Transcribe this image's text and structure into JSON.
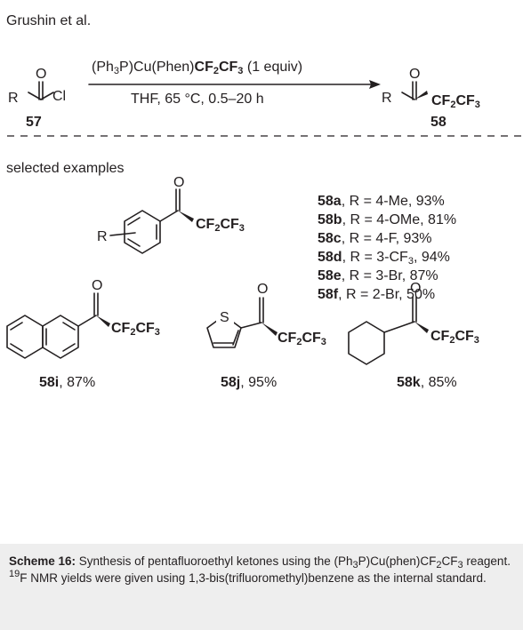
{
  "header": {
    "author": "Grushin et al."
  },
  "reaction": {
    "reactant_label": "57",
    "product_label": "58",
    "reagent_prefix": "(Ph",
    "reagent_sub3": "3",
    "reagent_mid": "P)Cu(Phen)",
    "reagent_bold_a": "CF",
    "reagent_sub2": "2",
    "reagent_bold_b": "CF",
    "reagent_sub3b": "3",
    "reagent_suffix": " (1 equiv)",
    "conditions": "THF, 65 °C, 0.5–20 h",
    "atom_O": "O",
    "atom_R": "R",
    "atom_Cl": "Cl",
    "product_group_a": "CF",
    "product_group_sub2": "2",
    "product_group_b": "CF",
    "product_group_sub3": "3"
  },
  "section": {
    "title": "selected examples"
  },
  "examples": [
    {
      "id": "58a",
      "rest_a": ", R = 4-Me, 93%"
    },
    {
      "id": "58b",
      "rest_a": ", R = 4-OMe, 81%"
    },
    {
      "id": "58c",
      "rest_a": ", R = 4-F, 93%"
    },
    {
      "id": "58d",
      "rest_a": ", R = 3-CF",
      "sub": "3",
      "rest_b": ", 94%"
    },
    {
      "id": "58e",
      "rest_a": ", R = 3-Br, 87%"
    },
    {
      "id": "58f",
      "rest_a": ", R = 2-Br, 50%"
    }
  ],
  "structures": {
    "aryl_R": "R",
    "thiophene_S": "S",
    "compound_i": {
      "id": "58i",
      "yield": ", 87%"
    },
    "compound_j": {
      "id": "58j",
      "yield": ", 95%"
    },
    "compound_k": {
      "id": "58k",
      "yield": ", 85%"
    }
  },
  "caption": {
    "label": "Scheme 16:",
    "text_a": " Synthesis of pentafluoroethyl ketones using the (Ph",
    "sub_a": "3",
    "text_b": "P)Cu(phen)CF",
    "sub_b": "2",
    "text_c": "CF",
    "sub_c": "3",
    "text_d": " reagent. ",
    "sup_d": "19",
    "text_e": "F NMR yields were given using 1,3-bis(trifluoromethyl)benzene as the internal standard."
  }
}
